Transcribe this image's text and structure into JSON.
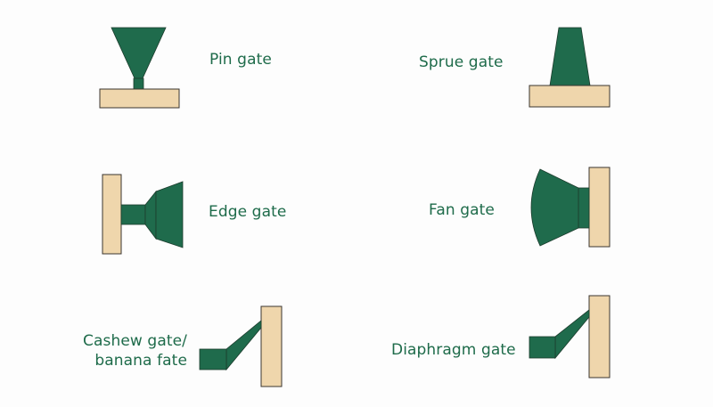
{
  "colors": {
    "gate_fill": "#1f6b4c",
    "part_fill": "#efd6ac",
    "outline": "#1c2b22",
    "label": "#1e6b4a",
    "background": "#fdfdfd"
  },
  "gates": [
    {
      "id": "pin",
      "label": "Pin gate"
    },
    {
      "id": "sprue",
      "label": "Sprue gate"
    },
    {
      "id": "edge",
      "label": "Edge gate"
    },
    {
      "id": "fan",
      "label": "Fan gate"
    },
    {
      "id": "cashew",
      "label_line1": "Cashew gate/",
      "label_line2": "banana fate"
    },
    {
      "id": "diaphragm",
      "label": "Diaphragm gate"
    }
  ]
}
